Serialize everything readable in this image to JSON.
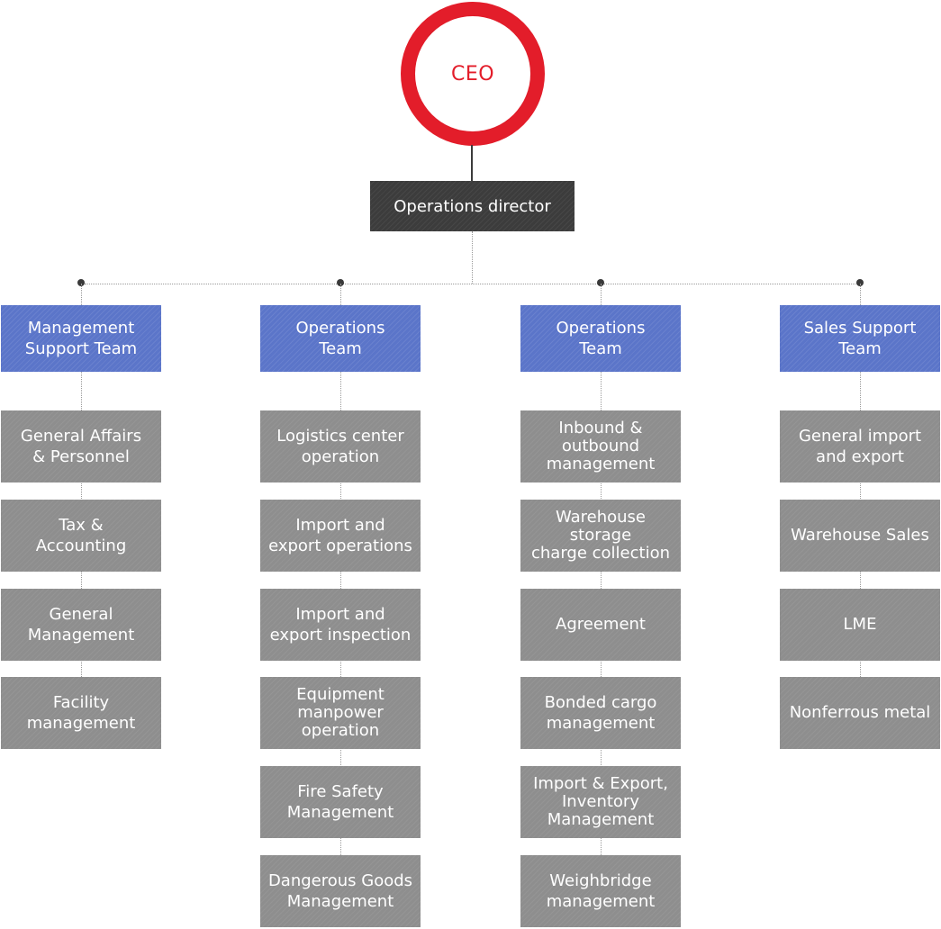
{
  "ceo": "CEO",
  "director": "Operations director",
  "columns": [
    {
      "team": "Management\nSupport Team",
      "tasks": [
        "General Affairs\n& Personnel",
        "Tax &\nAccounting",
        "General\nManagement",
        "Facility\nmanagement"
      ]
    },
    {
      "team": "Operations\nTeam",
      "tasks": [
        "Logistics center\noperation",
        "Import and\nexport operations",
        "Import and\nexport inspection",
        "Equipment\nmanpower\noperation",
        "Fire Safety\nManagement",
        "Dangerous Goods\nManagement"
      ]
    },
    {
      "team": "Operations\nTeam",
      "tasks": [
        "Inbound &\noutbound\nmanagement",
        "Warehouse\nstorage\ncharge collection",
        "Agreement",
        "Bonded cargo\nmanagement",
        "Import & Export,\nInventory\nManagement",
        "Weighbridge\nmanagement"
      ]
    },
    {
      "team": "Sales Support\nTeam",
      "tasks": [
        "General import\nand export",
        "Warehouse Sales",
        "LME",
        "Nonferrous metal"
      ]
    }
  ],
  "colors": {
    "ceo_ring": "#e31d2a",
    "director_bg": "#3c3c3c",
    "team_bg": "#5b75c9",
    "task_bg": "#8e8e8e"
  }
}
